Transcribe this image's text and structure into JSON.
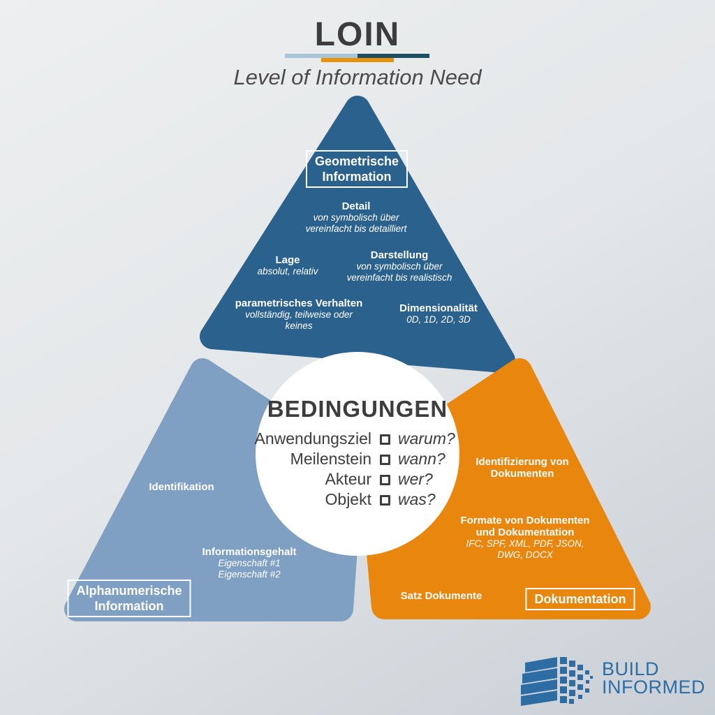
{
  "header": {
    "title": "LOIN",
    "subtitle": "Level of Information Need"
  },
  "colors": {
    "dark_blue": "#2A618D",
    "light_blue": "#7FA0C2",
    "orange": "#E8860D",
    "underline_light_blue": "#A9C4D8",
    "underline_teal": "#1D4F63",
    "underline_orange": "#E8920C",
    "title_text": "#3C3C3C",
    "subtitle_text": "#4B4B4B",
    "circle_text": "#3D3D3D",
    "circle_fill": "#FFFFFF",
    "logo_blue": "#2E6DA4",
    "bg_light": "#EDEFF0",
    "bg_dark": "#C9CFD6"
  },
  "sections": {
    "geometric": {
      "box_line1": "Geometrische",
      "box_line2": "Information",
      "detail": {
        "title": "Detail",
        "line1": "von symbolisch über",
        "line2": "vereinfacht bis detailliert"
      },
      "lage": {
        "title": "Lage",
        "line1": "absolut, relativ"
      },
      "darstellung": {
        "title": "Darstellung",
        "line1": "von symbolisch über",
        "line2": "vereinfacht bis realistisch"
      },
      "parametrisch": {
        "title": "parametrisches Verhalten",
        "line1": "vollständig, teilweise oder",
        "line2": "keines"
      },
      "dimension": {
        "title": "Dimensionalität",
        "line1": "0D, 1D, 2D, 3D"
      }
    },
    "alphanumeric": {
      "box_line1": "Alphanumerische",
      "box_line2": "Information",
      "identifikation": "Identifikation",
      "informationsgehalt": {
        "title": "Informationsgehalt",
        "line1": "Eigenschaft #1",
        "line2": "Eigenschaft #2"
      }
    },
    "dokumentation": {
      "box": "Dokumentation",
      "identifizierung": {
        "line1": "Identifizierung von",
        "line2": "Dokumenten"
      },
      "formate": {
        "title1": "Formate von Dokumenten",
        "title2": "und Dokumentation",
        "line1": "IFC, SPF, XML, PDF, JSON,",
        "line2": "DWG, DOCX"
      },
      "satz": "Satz Dokumente"
    }
  },
  "center": {
    "title": "BEDINGUNGEN",
    "rows": [
      {
        "label": "Anwendungsziel",
        "question": "warum?"
      },
      {
        "label": "Meilenstein",
        "question": "wann?"
      },
      {
        "label": "Akteur",
        "question": "wer?"
      },
      {
        "label": "Objekt",
        "question": "was?"
      }
    ]
  },
  "logo": {
    "line1": "BUILD",
    "line2": "INFORMED"
  }
}
